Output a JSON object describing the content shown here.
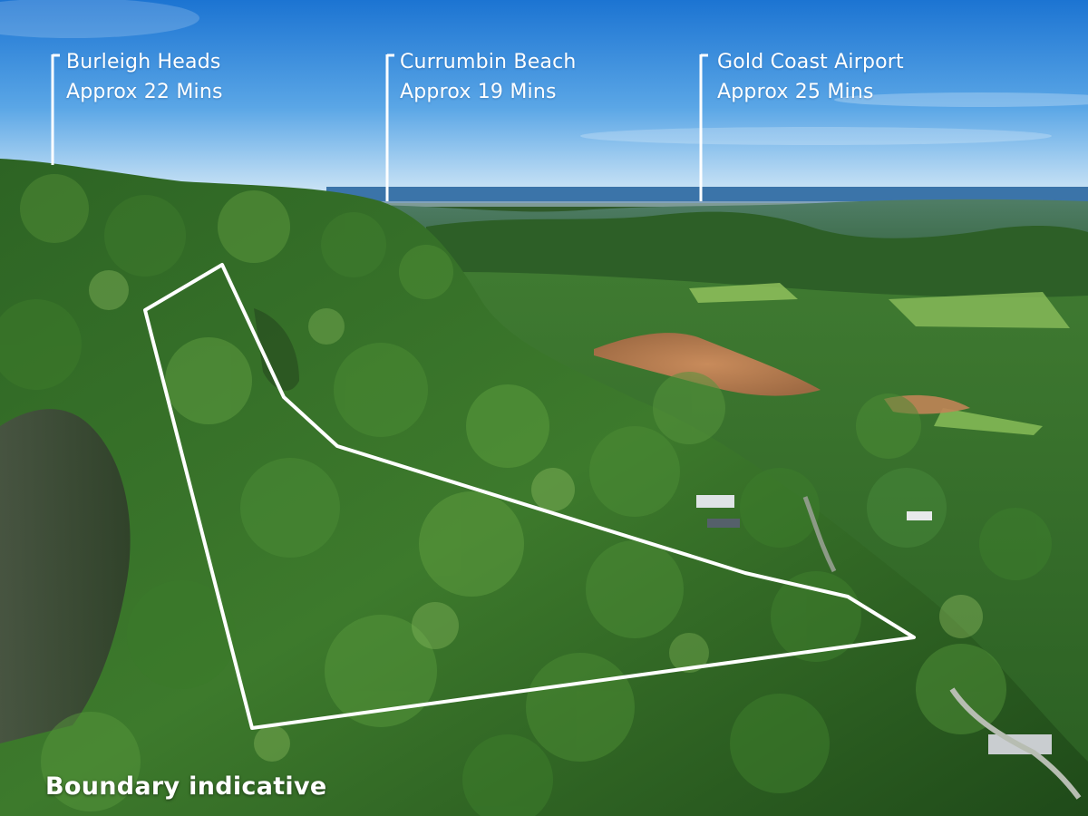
{
  "markers": [
    {
      "place": "Burleigh Heads",
      "time": "Approx 22 Mins"
    },
    {
      "place": "Currumbin Beach",
      "time": "Approx 19 Mins"
    },
    {
      "place": "Gold Coast Airport",
      "time": "Approx 25 Mins"
    }
  ],
  "caption": "Boundary indicative",
  "colors": {
    "sky_top": "#1f7fd8",
    "sky_horizon": "#c9e3f5",
    "ocean": "#3f79ad",
    "forest_dark": "#163a14",
    "forest_mid": "#2f6a25",
    "forest_light": "#6fae45",
    "earthworks": "#b9774a",
    "boundary_line": "#ffffff",
    "text": "#ffffff"
  }
}
